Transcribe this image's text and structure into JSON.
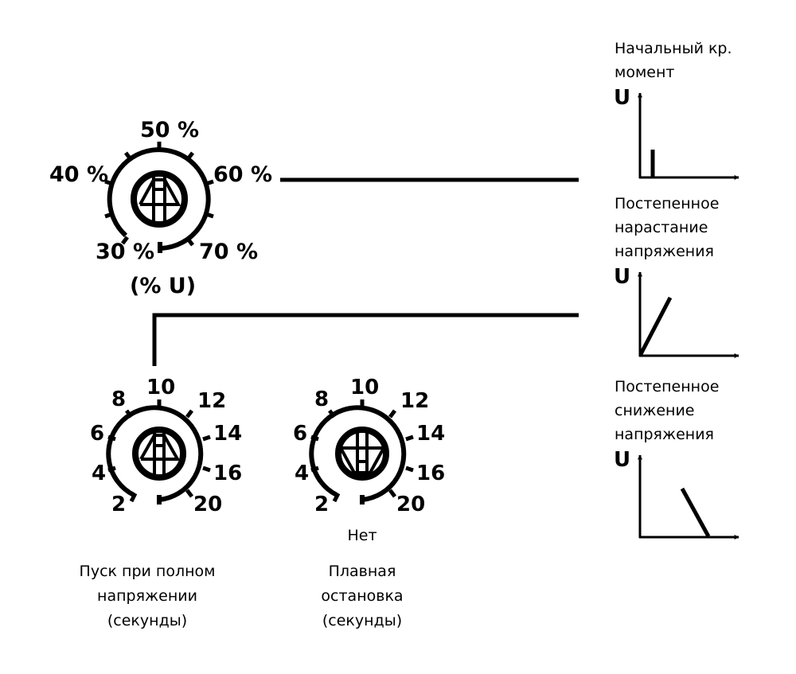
{
  "diagram": {
    "torque_dial": {
      "scale_labels": [
        "30 %",
        "40 %",
        "50 %",
        "60 %",
        "70 %"
      ],
      "unit_label": "(% U)",
      "knob_symbol": "ramp-up-icon"
    },
    "start_dial": {
      "scale_labels": [
        "2",
        "4",
        "6",
        "8",
        "10",
        "12",
        "14",
        "16",
        "20"
      ],
      "knob_symbol": "ramp-up-icon",
      "caption": [
        "Пуск при полном",
        "напряжении",
        "(секунды)"
      ]
    },
    "stop_dial": {
      "scale_labels": [
        "2",
        "4",
        "6",
        "8",
        "10",
        "12",
        "14",
        "16",
        "20"
      ],
      "knob_symbol": "ramp-down-icon",
      "min_label": "Нет",
      "caption": [
        "Плавная",
        "остановка",
        "(секунды)"
      ]
    },
    "graphs": [
      {
        "title": [
          "Начальный кр.",
          "момент"
        ],
        "axis_label": "U",
        "shape": "step"
      },
      {
        "title": [
          "Постепенное",
          "нарастание",
          "напряжения"
        ],
        "axis_label": "U",
        "shape": "ramp-up"
      },
      {
        "title": [
          "Постепенное",
          "снижение",
          "напряжения"
        ],
        "axis_label": "U",
        "shape": "ramp-down"
      }
    ]
  }
}
